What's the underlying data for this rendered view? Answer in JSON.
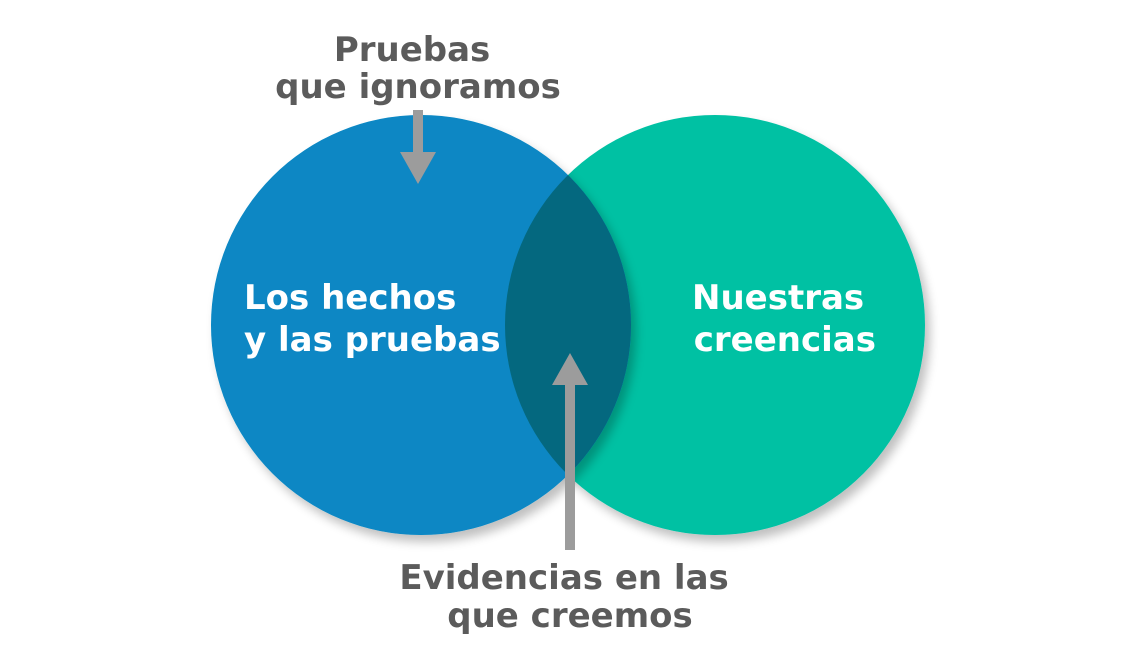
{
  "diagram": {
    "left_circle": {
      "label_lines": [
        "Los hechos",
        "y las pruebas"
      ],
      "color": "#0787C4"
    },
    "right_circle": {
      "label_lines": [
        "Nuestras",
        "creencias"
      ],
      "color": "#00C1A3"
    },
    "overlap": {
      "color": "#04687F"
    },
    "top_annotation": {
      "lines": [
        "Pruebas",
        "que ignoramos"
      ],
      "color": "#5B5B5B"
    },
    "bottom_annotation": {
      "lines": [
        "Evidencias en las",
        "que creemos"
      ],
      "color": "#5B5B5B"
    },
    "arrow_color": "#9C9C9C",
    "label_color": "#FFFFFF"
  }
}
